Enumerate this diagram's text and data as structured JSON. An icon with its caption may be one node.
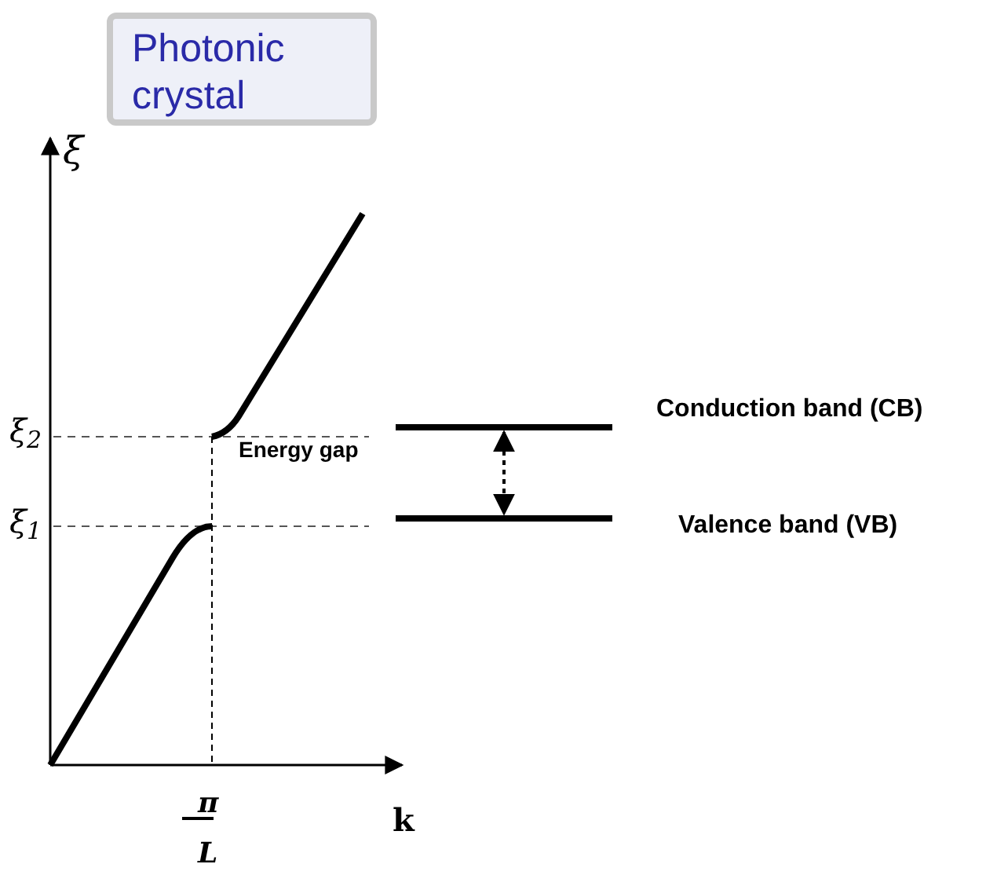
{
  "diagram": {
    "nodes": [
      {
        "text": [
          "Photonic crystal"
        ]
      },
      {
        "text": [],
        "shape": "bar",
        "beside": [
          "Conduction band (CB)"
        ]
      },
      {
        "text": [],
        "shape": "bar",
        "beside": [
          "Valence band (VB)"
        ]
      }
    ],
    "edges": [
      {
        "from": 1,
        "to": 2,
        "arrow": "both",
        "style": "dashed"
      }
    ],
    "labels": [
      "ξ",
      "ξ$_{2}$",
      "Energy gap",
      "ξ$_{1}$",
      "π",
      "L",
      "k"
    ]
  }
}
